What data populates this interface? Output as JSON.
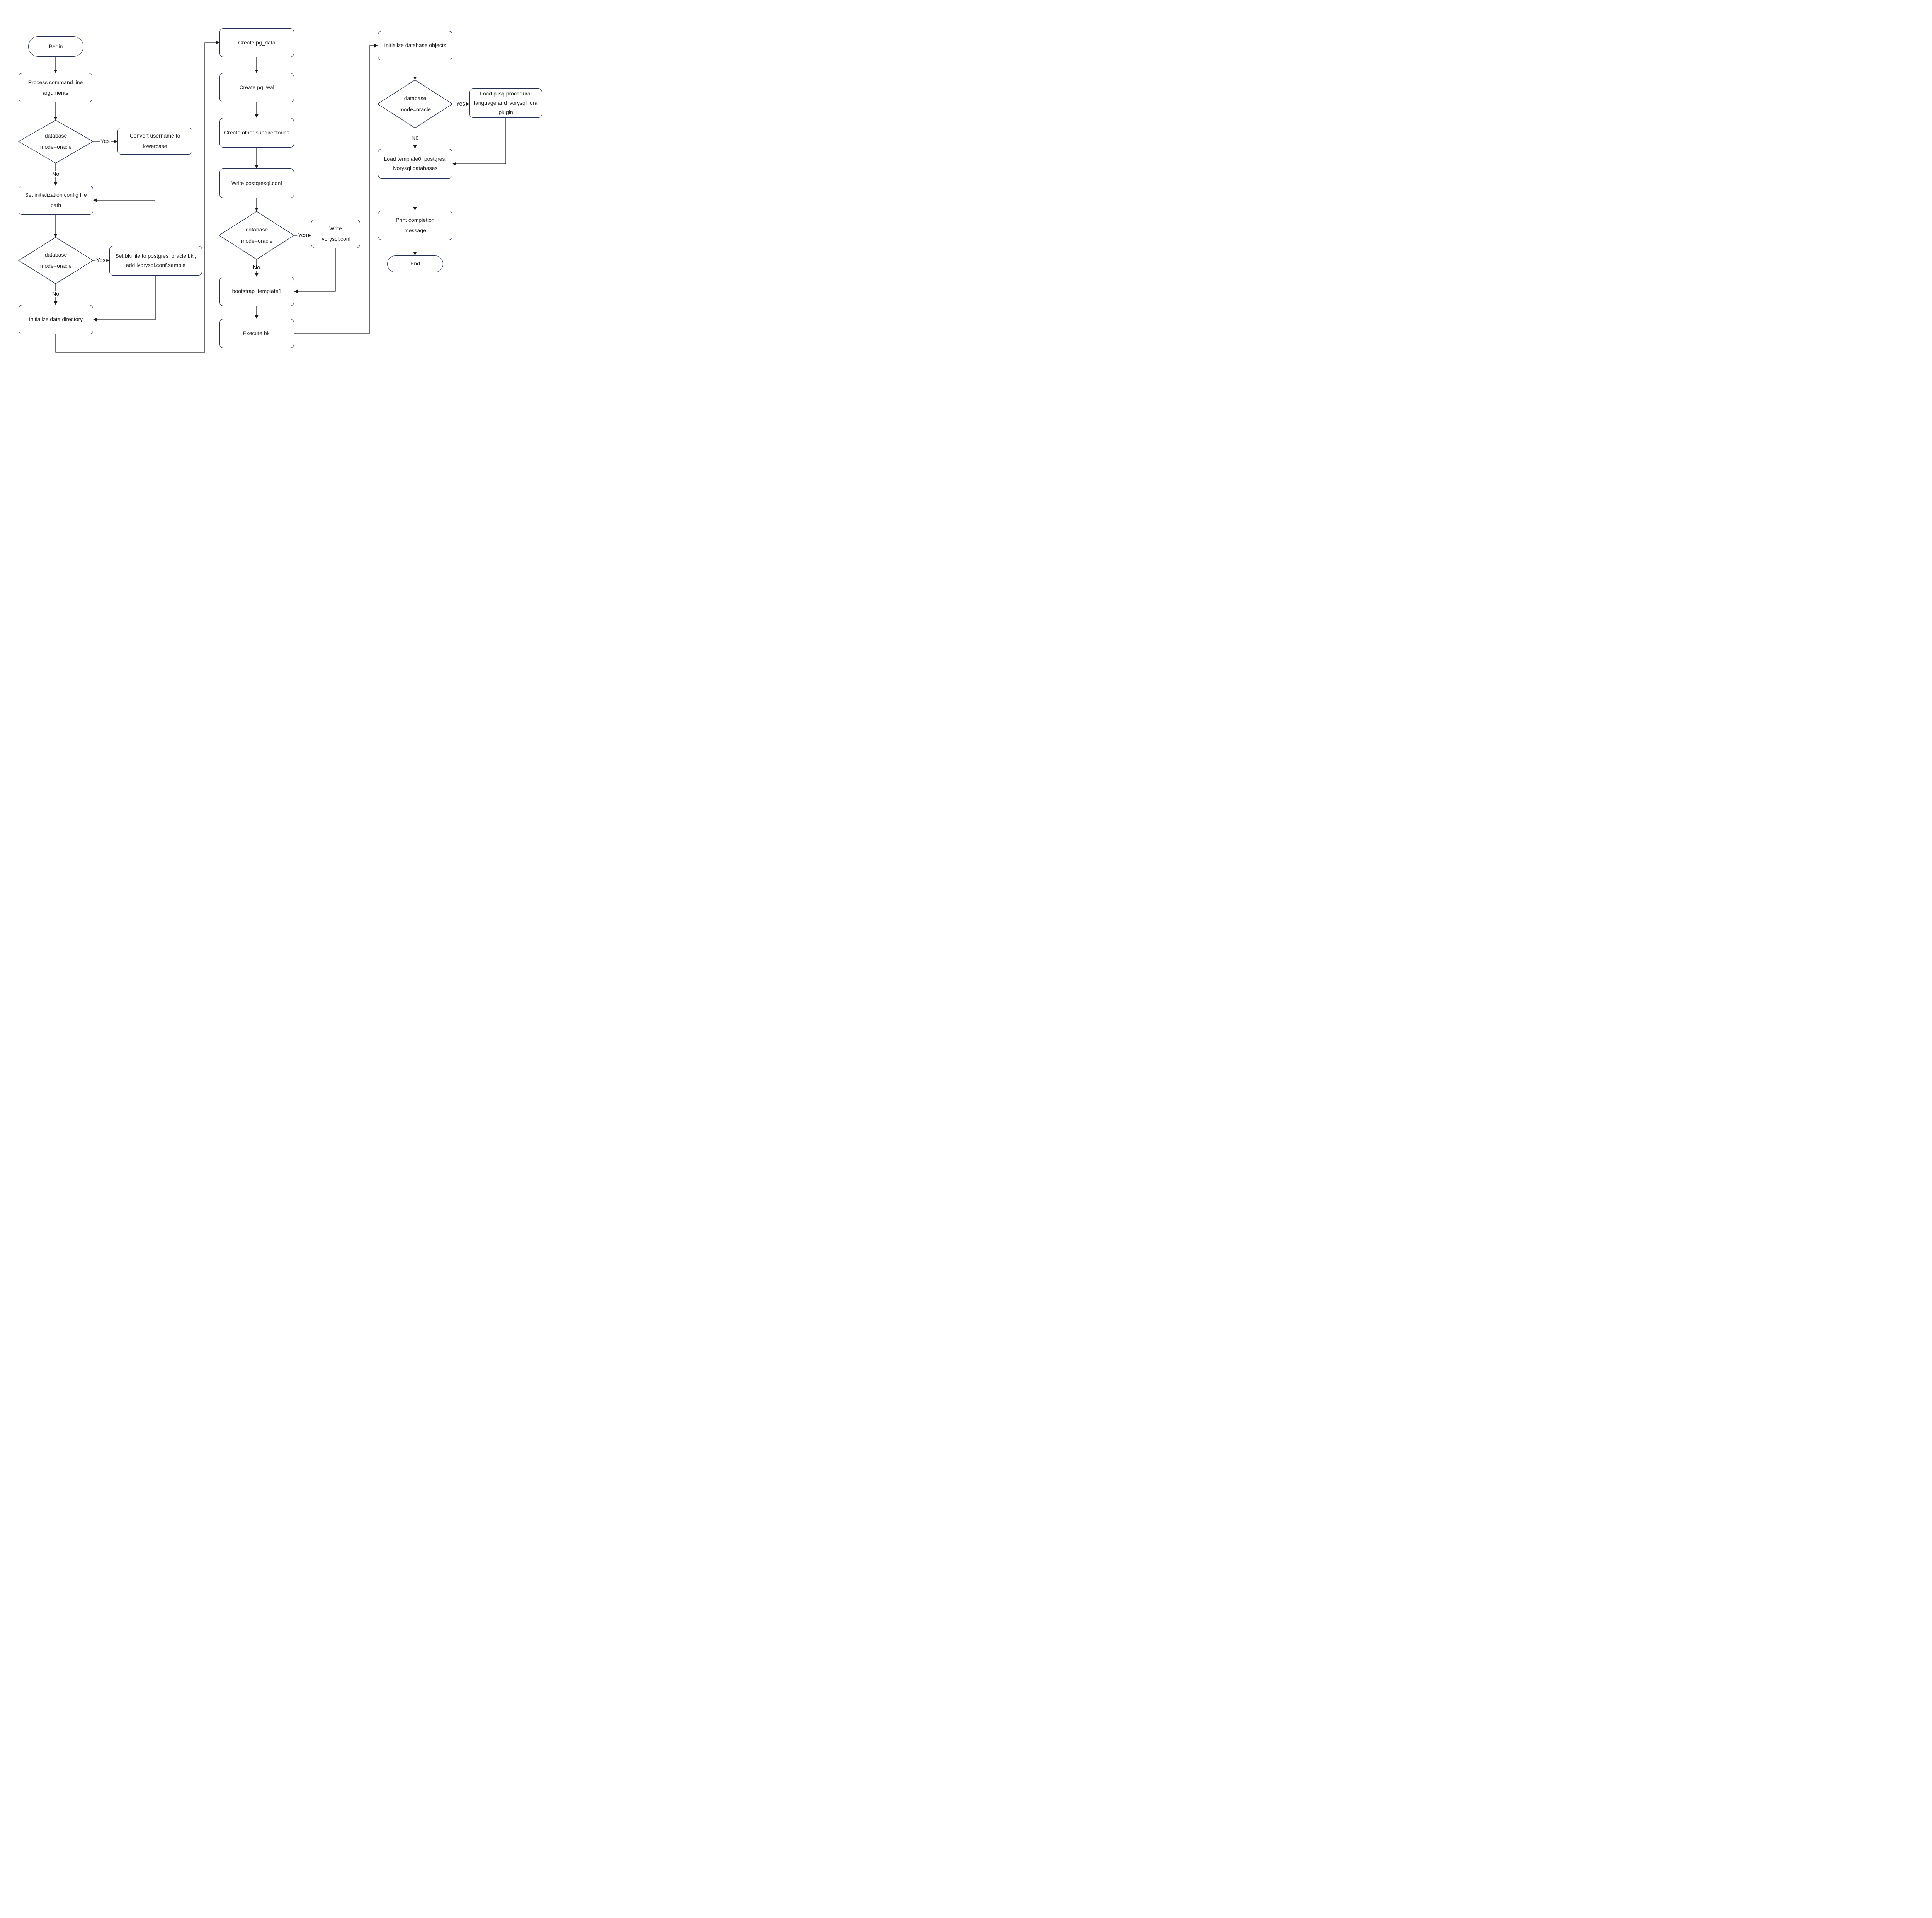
{
  "diagram": {
    "type": "flowchart",
    "background": "#ffffff",
    "colors": {
      "node_border": "#222d52",
      "node_fill": "#ffffff",
      "edge": "#1a1a1a",
      "text": "#1c1c1c"
    },
    "edge_labels": {
      "yes": "Yes",
      "no": "No"
    },
    "nodes": {
      "begin": {
        "label": "Begin",
        "shape": "terminator"
      },
      "process_args": {
        "label": "Process command line arguments",
        "shape": "process"
      },
      "decision_mode1": {
        "label": "database\nmode=oracle",
        "shape": "decision"
      },
      "convert_username": {
        "label": "Convert username to lowercase",
        "shape": "process"
      },
      "set_config_path": {
        "label": "Set initialization config file path",
        "shape": "process"
      },
      "decision_mode2": {
        "label": "database\nmode=oracle",
        "shape": "decision"
      },
      "set_bki": {
        "label": "Set bki file to postgres_oracle.bki, add ivorysql.conf.sample",
        "shape": "process"
      },
      "init_data_dir": {
        "label": "Initialize data directory",
        "shape": "process"
      },
      "create_pg_data": {
        "label": "Create pg_data",
        "shape": "process"
      },
      "create_pg_wal": {
        "label": "Create pg_wal",
        "shape": "process"
      },
      "create_other_subdirs": {
        "label": "Create other subdirectories",
        "shape": "process"
      },
      "write_postgresql_conf": {
        "label": "Write postgresql.conf",
        "shape": "process"
      },
      "decision_mode3": {
        "label": "database\nmode=oracle",
        "shape": "decision"
      },
      "write_ivorysql_conf": {
        "label": "Write ivorysql.conf",
        "shape": "process"
      },
      "bootstrap_template1": {
        "label": "bootstrap_template1",
        "shape": "process"
      },
      "execute_bki": {
        "label": "Execute bki",
        "shape": "process"
      },
      "init_db_objects": {
        "label": "Initialize database objects",
        "shape": "process"
      },
      "decision_mode4": {
        "label": "database\nmode=oracle",
        "shape": "decision"
      },
      "load_plsql_plugin": {
        "label": "Load plisq procedural language and ivorysql_ora plugin",
        "shape": "process"
      },
      "load_template_dbs": {
        "label": "Load template0, postgres, ivorysql databases",
        "shape": "process"
      },
      "print_completion": {
        "label": "Print completion message",
        "shape": "process"
      },
      "end": {
        "label": "End",
        "shape": "terminator"
      }
    },
    "edges": [
      {
        "from": "begin",
        "to": "process_args"
      },
      {
        "from": "process_args",
        "to": "decision_mode1"
      },
      {
        "from": "decision_mode1",
        "to": "convert_username",
        "label": "Yes"
      },
      {
        "from": "decision_mode1",
        "to": "set_config_path",
        "label": "No"
      },
      {
        "from": "convert_username",
        "to": "set_config_path"
      },
      {
        "from": "set_config_path",
        "to": "decision_mode2"
      },
      {
        "from": "decision_mode2",
        "to": "set_bki",
        "label": "Yes"
      },
      {
        "from": "decision_mode2",
        "to": "init_data_dir",
        "label": "No"
      },
      {
        "from": "set_bki",
        "to": "init_data_dir"
      },
      {
        "from": "init_data_dir",
        "to": "create_pg_data"
      },
      {
        "from": "create_pg_data",
        "to": "create_pg_wal"
      },
      {
        "from": "create_pg_wal",
        "to": "create_other_subdirs"
      },
      {
        "from": "create_other_subdirs",
        "to": "write_postgresql_conf"
      },
      {
        "from": "write_postgresql_conf",
        "to": "decision_mode3"
      },
      {
        "from": "decision_mode3",
        "to": "write_ivorysql_conf",
        "label": "Yes"
      },
      {
        "from": "decision_mode3",
        "to": "bootstrap_template1",
        "label": "No"
      },
      {
        "from": "write_ivorysql_conf",
        "to": "bootstrap_template1"
      },
      {
        "from": "bootstrap_template1",
        "to": "execute_bki"
      },
      {
        "from": "execute_bki",
        "to": "init_db_objects"
      },
      {
        "from": "init_db_objects",
        "to": "decision_mode4"
      },
      {
        "from": "decision_mode4",
        "to": "load_plsql_plugin",
        "label": "Yes"
      },
      {
        "from": "decision_mode4",
        "to": "load_template_dbs",
        "label": "No"
      },
      {
        "from": "load_plsql_plugin",
        "to": "load_template_dbs"
      },
      {
        "from": "load_template_dbs",
        "to": "print_completion"
      },
      {
        "from": "print_completion",
        "to": "end"
      }
    ]
  }
}
